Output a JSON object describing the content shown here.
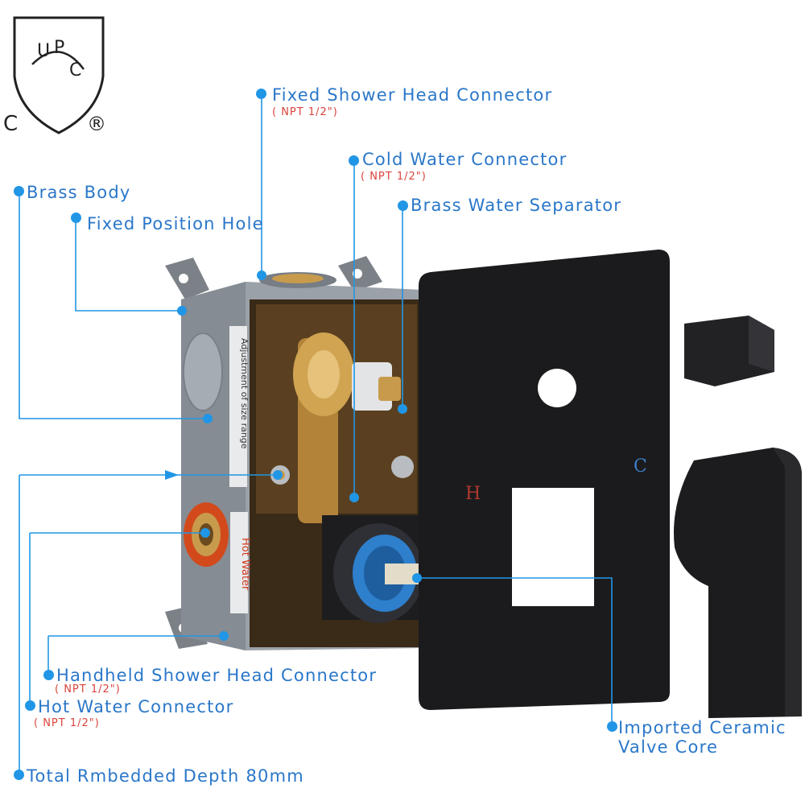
{
  "certification": {
    "letters_top": "U P C",
    "letter_left": "C",
    "registered_mark": "®"
  },
  "valve_box": {
    "side_label": "Adjustment of size range",
    "side_label_2": "Hot Water"
  },
  "trim_plate": {
    "hot_mark": "H",
    "cold_mark": "C"
  },
  "callouts": {
    "fixed_shower_head": {
      "label": "Fixed Shower Head Connector",
      "spec": "( NPT 1/2\")"
    },
    "cold_water": {
      "label": "Cold Water Connector",
      "spec": "( NPT 1/2\")"
    },
    "brass_separator": {
      "label": "Brass Water Separator"
    },
    "brass_body": {
      "label": "Brass Body"
    },
    "fixed_position_hole": {
      "label": "Fixed Position Hole"
    },
    "handheld_shower_head": {
      "label": "Handheld Shower Head Connector",
      "spec": "( NPT 1/2\")"
    },
    "hot_water": {
      "label": "Hot Water Connector",
      "spec": "( NPT 1/2\")"
    },
    "ceramic_core": {
      "label_line1": "Imported Ceramic",
      "label_line2": "Valve Core"
    },
    "embedded_depth": {
      "label": "Total Rmbedded Depth 80mm"
    }
  },
  "colors": {
    "callout_text": "#2a77c9",
    "callout_line": "#2196e6",
    "spec_text": "#d9443c",
    "housing_grey": "#8f959c",
    "brass": "#c89b4c",
    "matte_black": "#1b1b1d"
  }
}
